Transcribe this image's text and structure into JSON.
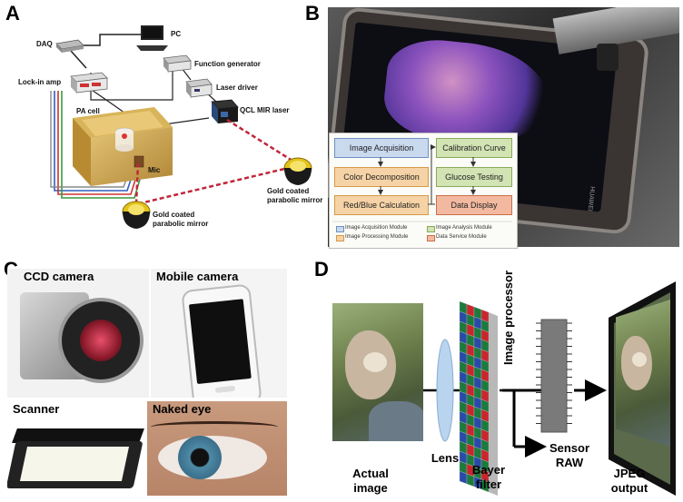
{
  "panel_labels": {
    "a": "A",
    "b": "B",
    "c": "C",
    "d": "D"
  },
  "panelA": {
    "pc": "PC",
    "daq": "DAQ",
    "function_generator": "Function generator",
    "lockin": "Lock-in amp",
    "laser_driver": "Laser driver",
    "qcl": "QCL MIR laser",
    "pa_cell": "PA cell",
    "mic": "Mic",
    "mirror1": "Gold coated\nparabolic mirror",
    "mirror2": "Gold coated\nparabolic mirror"
  },
  "panelB": {
    "phone_brand": "HUAWEI",
    "boxes": {
      "acq": "Image Acquisition",
      "color": "Color Decomposition",
      "rb": "Red/Blue Calculation",
      "cal": "Calibration Curve",
      "glucose": "Glucose Testing",
      "display": "Data Display"
    },
    "legend": {
      "acq": "Image Acquisition Module",
      "proc": "Image Processing Module",
      "analysis": "Image Analysis Module",
      "service": "Data Service Module"
    },
    "colors": {
      "acq": "#c9d9ee",
      "proc": "#f6d3a6",
      "analysis": "#d2e3b4",
      "service": "#f3b9a0"
    }
  },
  "panelC": {
    "ccd": "CCD camera",
    "mobile": "Mobile camera",
    "scanner": "Scanner",
    "eye": "Naked eye"
  },
  "panelD": {
    "actual": "Actual\nimage",
    "lens": "Lens",
    "bayer": "Bayer\nfilter",
    "processor": "Image processor",
    "sensor": "Sensor\nRAW",
    "jpeg": "JPEG\noutput"
  }
}
